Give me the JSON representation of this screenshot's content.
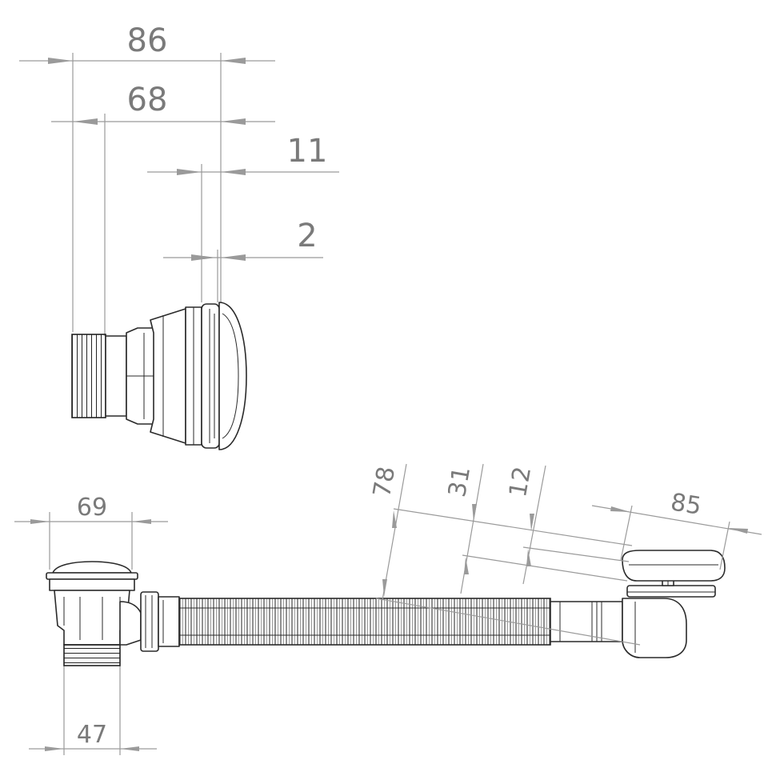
{
  "drawing": {
    "top_view": {
      "dimensions": {
        "overall_width": "86",
        "body_width": "68",
        "flange_width": "11",
        "flange_thickness": "2"
      }
    },
    "side_view": {
      "dimensions": {
        "waste_width": "69",
        "outlet_width": "47",
        "overflow_height_total": "78",
        "overflow_height_mid": "31",
        "overflow_height_top": "12",
        "overflow_width": "85"
      }
    }
  }
}
